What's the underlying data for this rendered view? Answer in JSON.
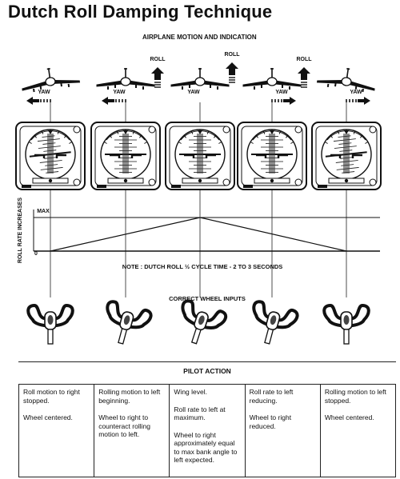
{
  "title": "Dutch Roll Damping Technique",
  "section_motion": "AIRPLANE MOTION AND INDICATION",
  "labels": {
    "roll": "ROLL",
    "yaw": "YAW"
  },
  "stages": [
    {
      "roll_label": "",
      "roll_dir": "none",
      "yaw_dir": "left"
    },
    {
      "roll_label": "ROLL",
      "roll_dir": "up",
      "yaw_dir": "left"
    },
    {
      "roll_label": "ROLL",
      "roll_dir": "up",
      "yaw_dir": "none"
    },
    {
      "roll_label": "ROLL",
      "roll_dir": "up",
      "yaw_dir": "right"
    },
    {
      "roll_label": "",
      "roll_dir": "none",
      "yaw_dir": "right"
    }
  ],
  "graph": {
    "ylabel": "ROLL RATE INCREASES",
    "max_label": "MAX",
    "zero_label": "0",
    "note": "NOTE :  DUTCH ROLL ½ CYCLE TIME - 2 TO 3 SECONDS"
  },
  "section_wheel": "CORRECT WHEEL INPUTS",
  "pilot": {
    "title": "PILOT ACTION",
    "columns": [
      [
        "Roll motion to right stopped.",
        "Wheel centered."
      ],
      [
        "Rolling motion to left beginning.",
        "Wheel to right to counteract rolling motion to left."
      ],
      [
        "Wing level.",
        "Roll rate to left at maximum.",
        "Wheel to right approximately equal to max bank angle to left expected."
      ],
      [
        "Roll rate to left reducing.",
        "Wheel to right reduced."
      ],
      [
        "Rolling motion to left stopped.",
        "Wheel centered."
      ]
    ]
  }
}
